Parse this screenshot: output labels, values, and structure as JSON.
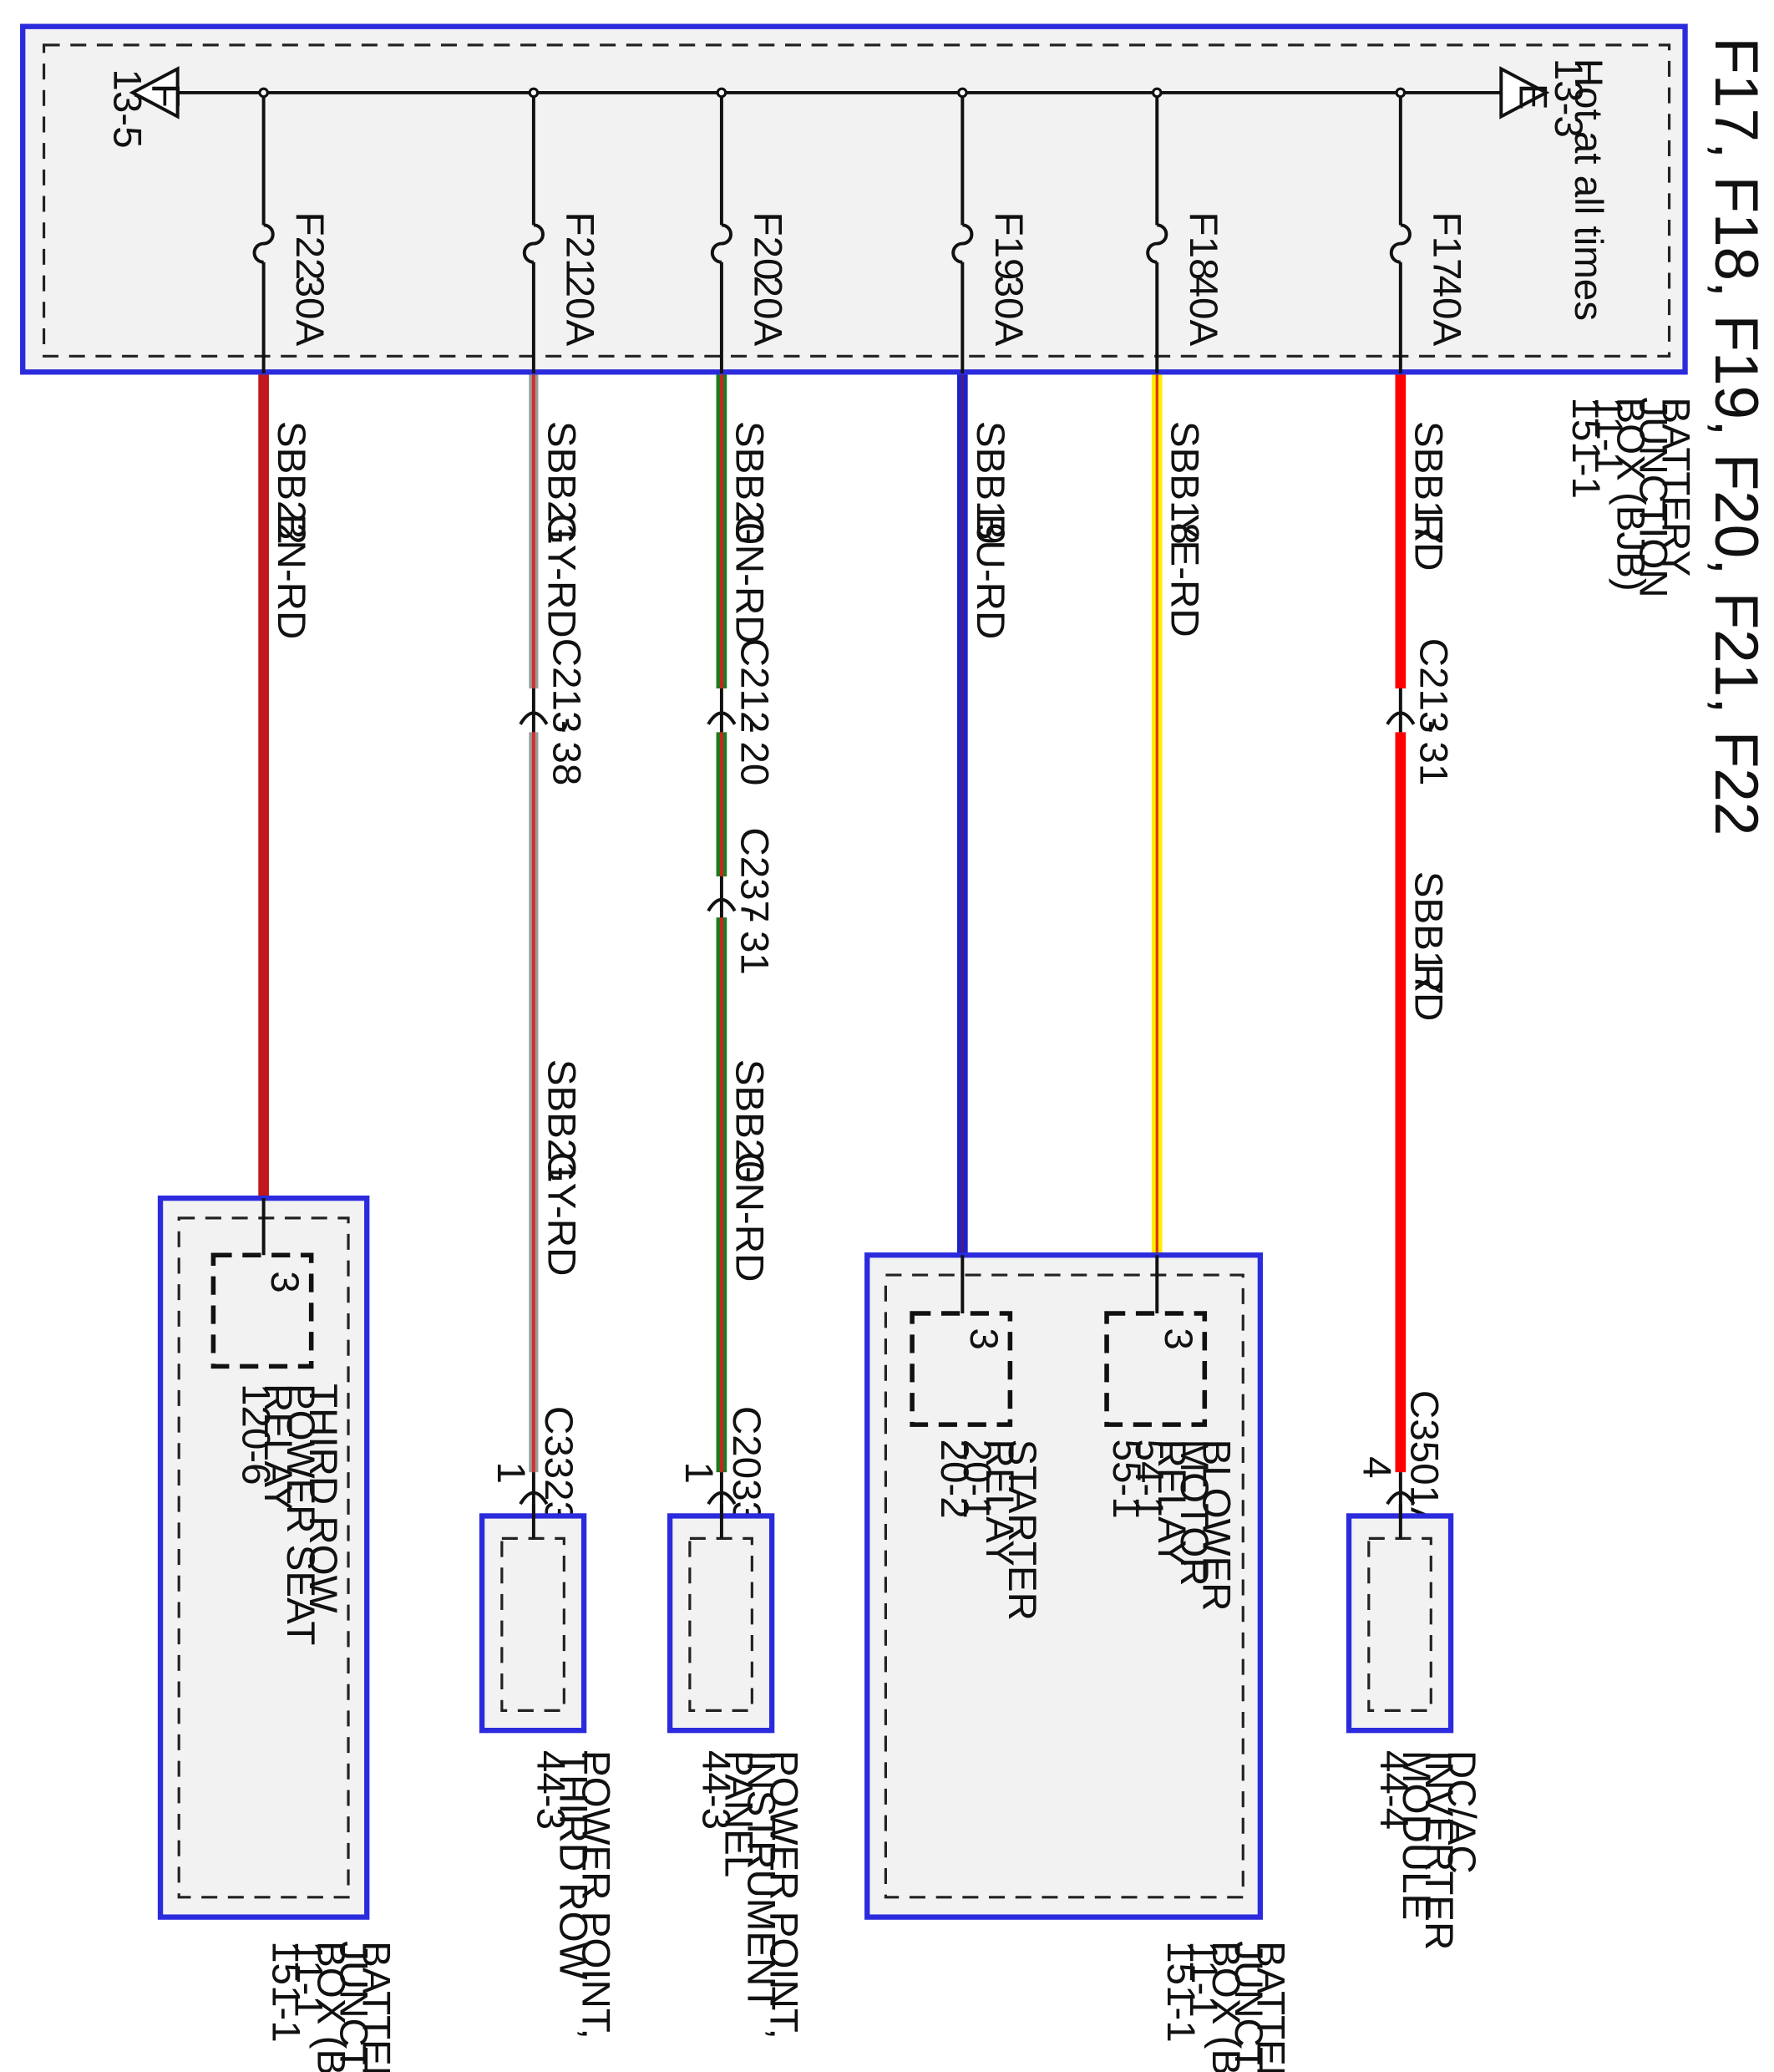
{
  "title": "F17, F18, F19, F20, F21, F22",
  "colors": {
    "frame_blue": "#2b2bdd",
    "box_fill": "#f2f2f2",
    "red": "#ff0000",
    "brown_red": "#c0181c",
    "gray_red": "#b86060",
    "green_red": "#1e7a1e",
    "blue_red": "#2020c8",
    "yellow_red": "#ffee00"
  },
  "bjb_top": {
    "lines": [
      "BATTERY",
      "JUNCTION",
      "BOX (BJB)",
      "11-1",
      "151-1"
    ]
  },
  "bus": {
    "left_terminal": {
      "letter": "F",
      "ref": "13-5"
    },
    "right_terminal": {
      "letter": "E",
      "ref": "13-3"
    },
    "hot_note": "Hot at all times"
  },
  "fuses": [
    {
      "name": "F22",
      "amp": "30A"
    },
    {
      "name": "F21",
      "amp": "20A"
    },
    {
      "name": "F20",
      "amp": "20A"
    },
    {
      "name": "F19",
      "amp": "30A"
    },
    {
      "name": "F18",
      "amp": "40A"
    },
    {
      "name": "F17",
      "amp": "40A"
    }
  ],
  "wires": [
    {
      "circuit": "SBB22",
      "color": "BN-RD",
      "color2": ""
    },
    {
      "circuit": "SBB21",
      "color": "GY-RD",
      "color2": "GY-RD"
    },
    {
      "circuit": "SBB20",
      "color": "GN-RD",
      "color2": "GN-RD"
    },
    {
      "circuit": "SBB19",
      "color": "BU-RD",
      "color2": ""
    },
    {
      "circuit": "SBB18",
      "color": "YE-RD",
      "color2": ""
    },
    {
      "circuit": "SBB17",
      "color": "RD",
      "color2": "RD"
    }
  ],
  "connectors": {
    "c213_38": {
      "name": "C213",
      "sep": "-",
      "pin": "38"
    },
    "c212_20": {
      "name": "C212",
      "sep": "-",
      "pin": "20"
    },
    "c237_31": {
      "name": "C237",
      "sep": "-",
      "pin": "31"
    },
    "c213_31": {
      "name": "C213",
      "sep": "-",
      "pin": "31"
    },
    "c3323": {
      "name": "C3323",
      "pin": "1"
    },
    "c2033": {
      "name": "C2033",
      "pin": "1"
    },
    "c3501a": {
      "name": "C3501A",
      "pin": "4"
    }
  },
  "components": {
    "third_row_relay": {
      "pin": "3",
      "lines": [
        "THIRD ROW",
        "POWER SEAT",
        "RELAY",
        "120-6"
      ]
    },
    "bjb_left": {
      "lines": [
        "BATTERY",
        "JUNCTION",
        "BOX (BJB)",
        "11-1",
        "151-1"
      ]
    },
    "pp_third_row": {
      "lines": [
        "POWER POINT,",
        "THIRD ROW",
        "44-3"
      ]
    },
    "pp_instrument": {
      "lines": [
        "POWER POINT,",
        "INSTRUMENT",
        "PANEL",
        "44-3"
      ]
    },
    "starter_relay": {
      "pin": "3",
      "lines": [
        "STARTER",
        "RELAY",
        "20-1",
        "20-2"
      ]
    },
    "blower_relay": {
      "pin": "3",
      "lines": [
        "BLOWER",
        "MOTOR",
        "RELAY",
        "54-1",
        "55-1"
      ]
    },
    "bjb_right": {
      "lines": [
        "BATTERY",
        "JUNCTION",
        "BOX (BJB)",
        "11-1",
        "151-1"
      ]
    },
    "dcac": {
      "lines": [
        "DC/AC",
        "INVERTER",
        "MODULE",
        "44-4"
      ]
    }
  }
}
